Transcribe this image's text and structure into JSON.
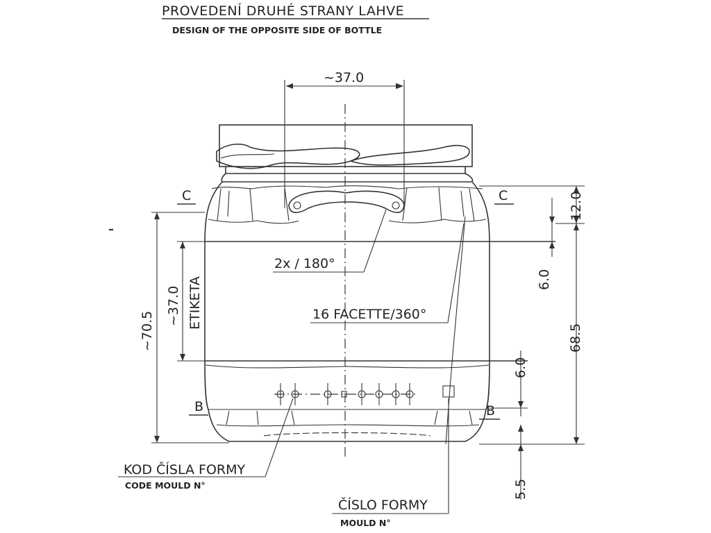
{
  "title": "PROVEDENÍ DRUHÉ STRANY LAHVE",
  "subtitle": "DESIGN OF THE OPPOSITE SIDE OF BOTTLE",
  "dimensions": {
    "top_width": "~37.0",
    "height_12": "12.0",
    "height_6a": "6.0",
    "height_685": "68.5",
    "height_6b": "6.0",
    "height_55": "5.5",
    "height_705": "~70.5",
    "label_height": "~37.0",
    "label_word": "ETIKETA"
  },
  "annotations": {
    "handles": "2x / 180°",
    "facets": "16 FACETTE/360°",
    "section_c_left": "C",
    "section_c_right": "C",
    "section_b_left": "B",
    "section_b_right": "B",
    "code_title": "KOD ČÍSLA FORMY",
    "code_sub": "CODE MOULD N°",
    "mould_title": "ČÍSLO FORMY",
    "mould_sub": "MOULD N°"
  }
}
